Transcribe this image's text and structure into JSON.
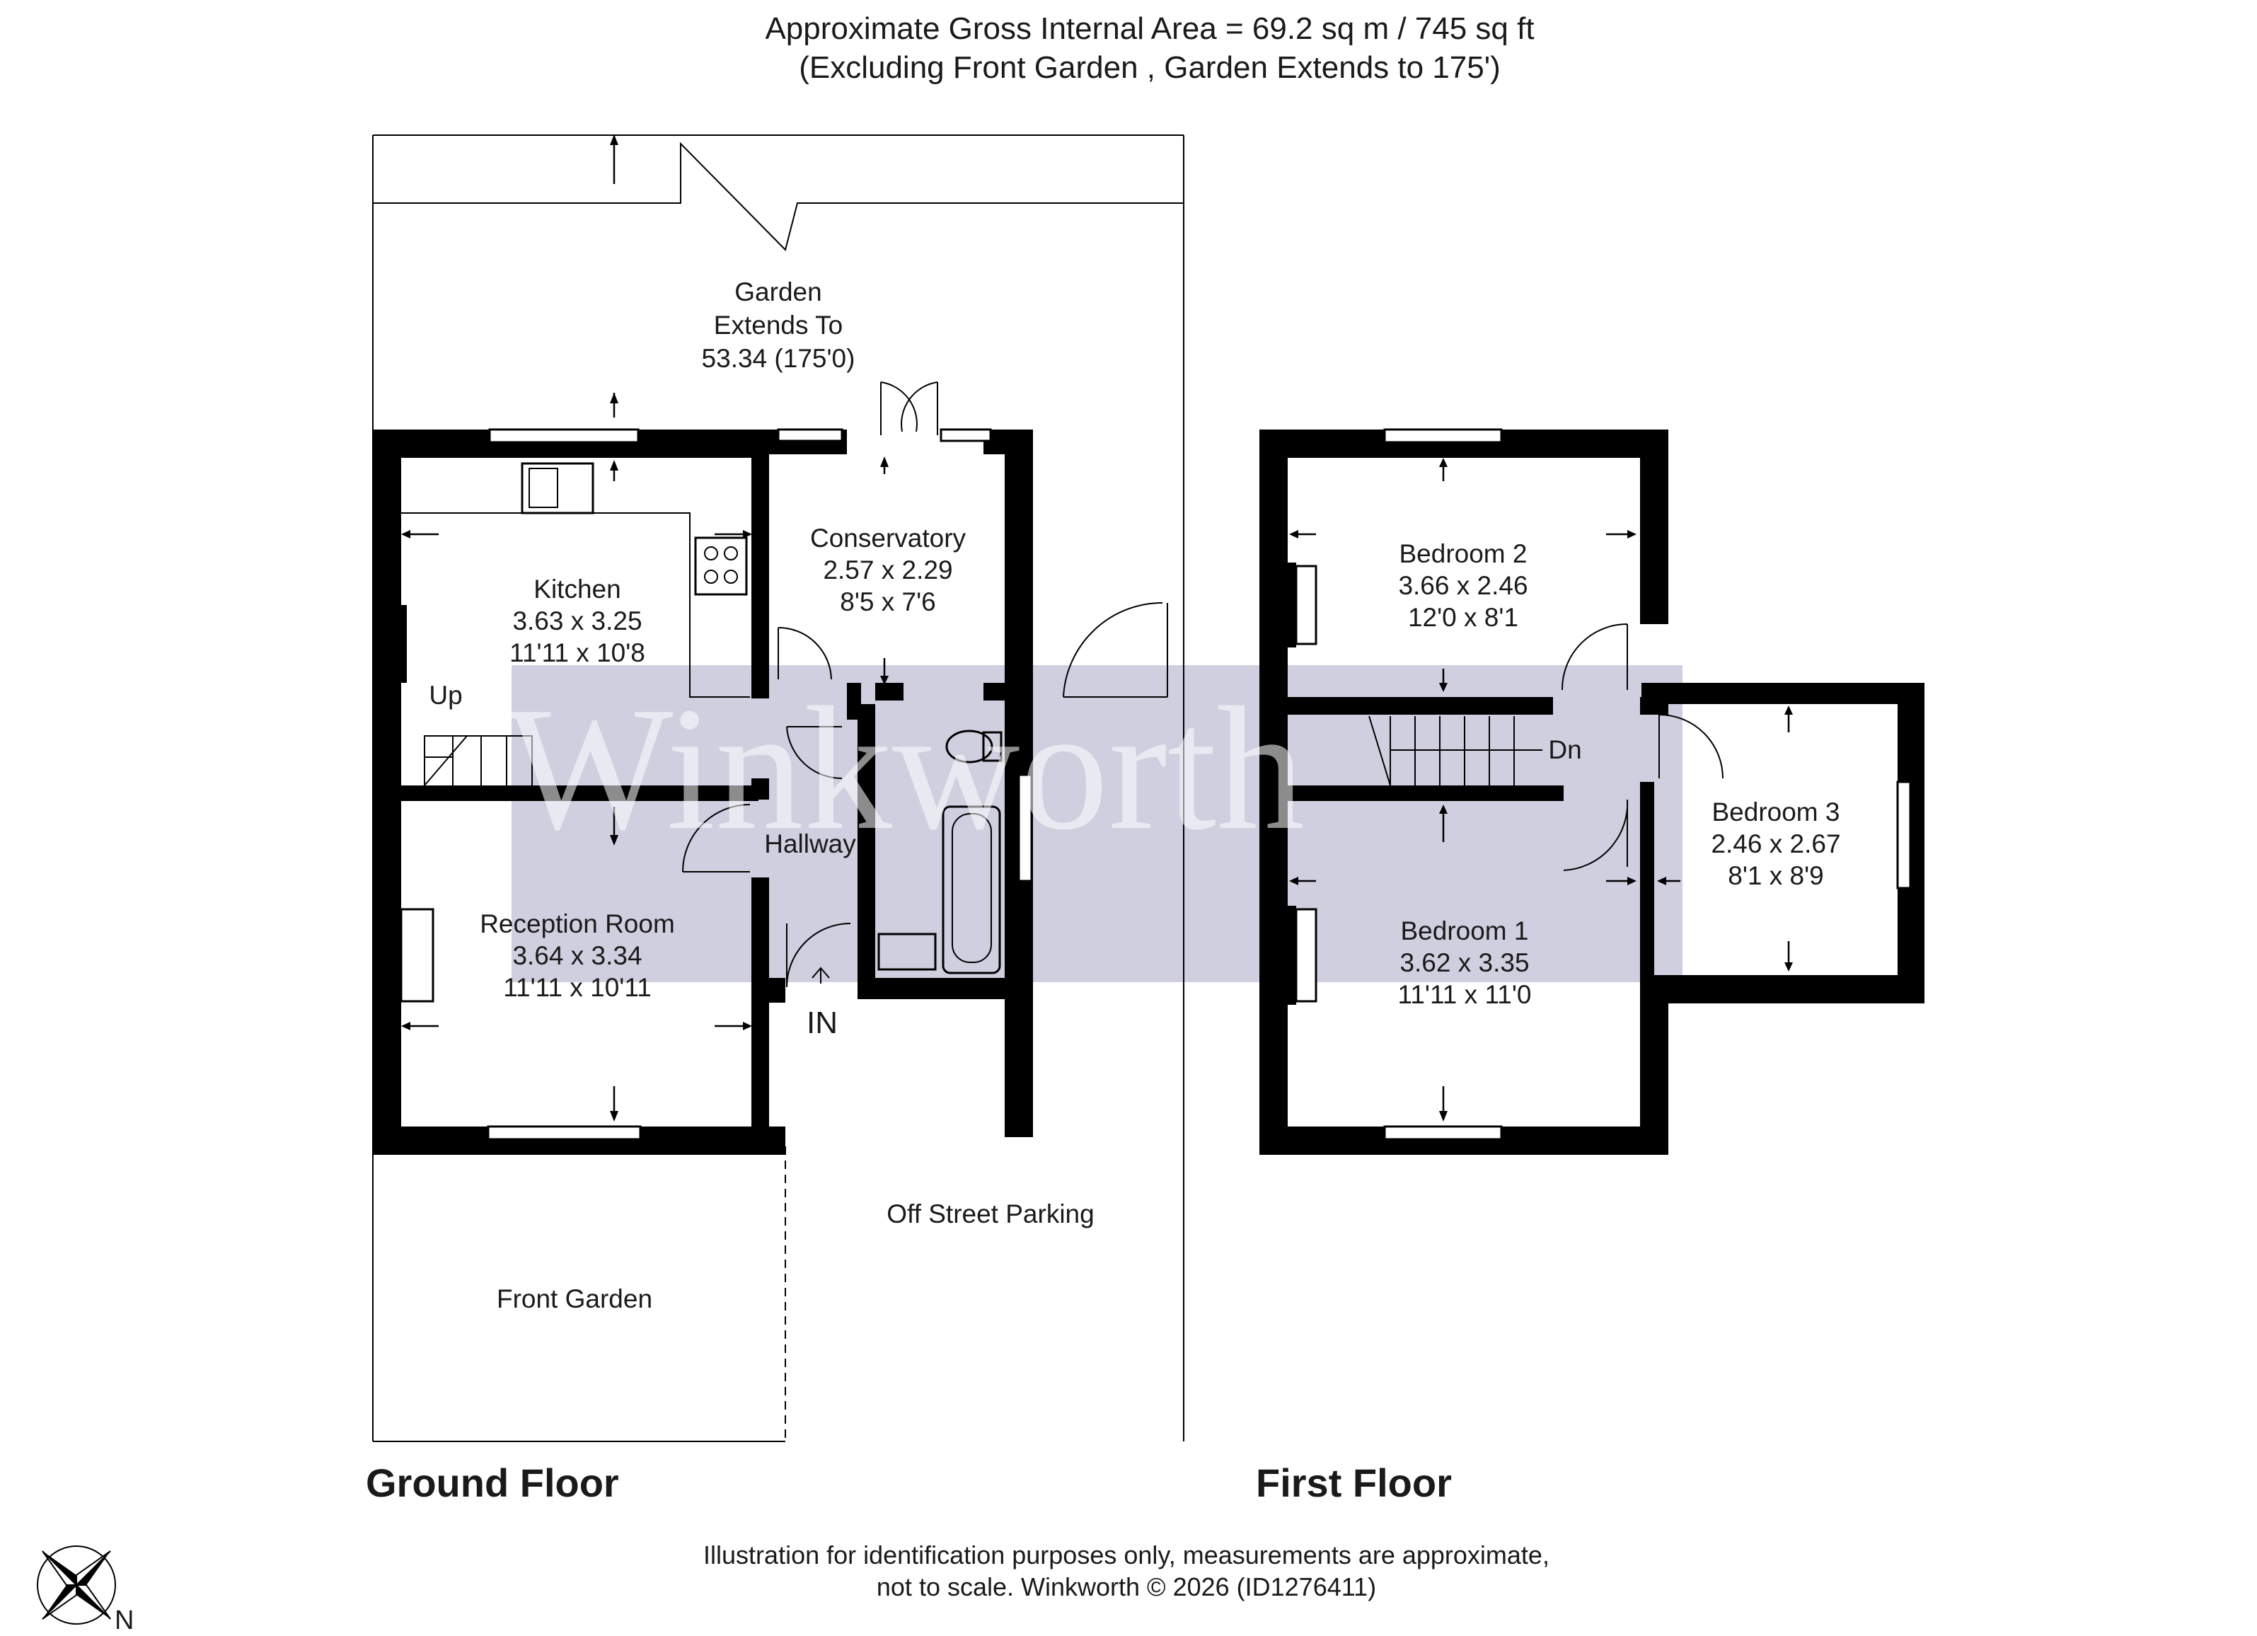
{
  "header": {
    "area_line": "Approximate Gross Internal Area = 69.2 sq m / 745 sq ft",
    "note_line": "(Excluding Front Garden , Garden Extends to 175')"
  },
  "watermark": "Winkworth",
  "ground_floor": {
    "title": "Ground Floor",
    "garden": {
      "line1": "Garden",
      "line2": "Extends To",
      "line3": "53.34 (175'0)"
    },
    "kitchen": {
      "name": "Kitchen",
      "metric": "3.63 x 3.25",
      "imperial": "11'11 x 10'8"
    },
    "conservatory": {
      "name": "Conservatory",
      "metric": "2.57 x 2.29",
      "imperial": "8'5 x 7'6"
    },
    "hallway": {
      "name": "Hallway"
    },
    "reception": {
      "name": "Reception Room",
      "metric": "3.64 x 3.34",
      "imperial": "11'11 x 10'11"
    },
    "stairs_label": "Up",
    "entrance_label": "IN",
    "front_garden": "Front Garden",
    "parking": "Off Street Parking"
  },
  "first_floor": {
    "title": "First Floor",
    "bedroom2": {
      "name": "Bedroom 2",
      "metric": "3.66 x 2.46",
      "imperial": "12'0 x 8'1"
    },
    "bedroom3": {
      "name": "Bedroom 3",
      "metric": "2.46 x 2.67",
      "imperial": "8'1 x 8'9"
    },
    "bedroom1": {
      "name": "Bedroom 1",
      "metric": "3.62 x 3.35",
      "imperial": "11'11 x 11'0"
    },
    "stairs_label": "Dn"
  },
  "footer": {
    "line1": "Illustration for identification purposes only, measurements are approximate,",
    "line2": "not to scale. Winkworth © 2026 (ID1276411)"
  },
  "compass": {
    "label": "N",
    "icon": "compass-rose-icon"
  },
  "colors": {
    "watermark_band": "#cfcfdf",
    "walls": "#000000"
  }
}
